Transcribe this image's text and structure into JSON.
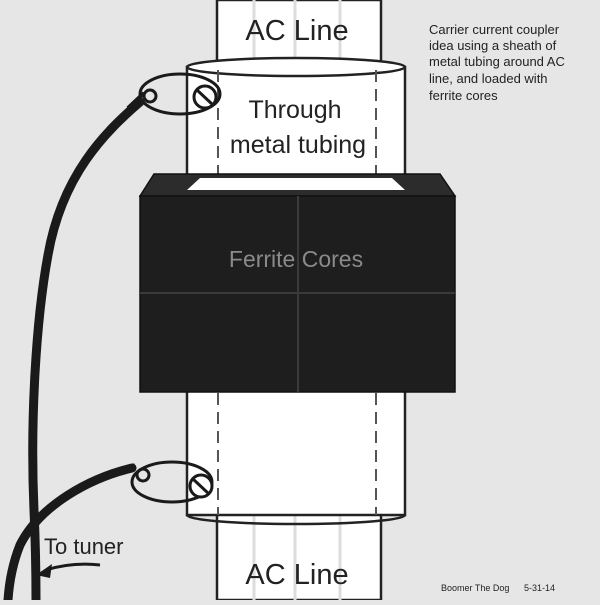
{
  "labels": {
    "ac_line_top": "AC Line",
    "ac_line_bottom": "AC Line",
    "tubing_line1": "Through",
    "tubing_line2": "metal tubing",
    "ferrite": "Ferrite Cores",
    "tuner": "To tuner",
    "author": "Boomer The Dog",
    "date": "5-31-14"
  },
  "caption": [
    "Carrier current coupler",
    "idea using a sheath of",
    "metal tubing around AC",
    "line, and loaded with",
    "ferrite cores"
  ],
  "colors": {
    "background": "#e6e6e6",
    "line_fill": "#ffffff",
    "ferrite": "#1e1e1e",
    "ferrite_text": "#8a8a8a",
    "wire": "#1a1a1a"
  }
}
